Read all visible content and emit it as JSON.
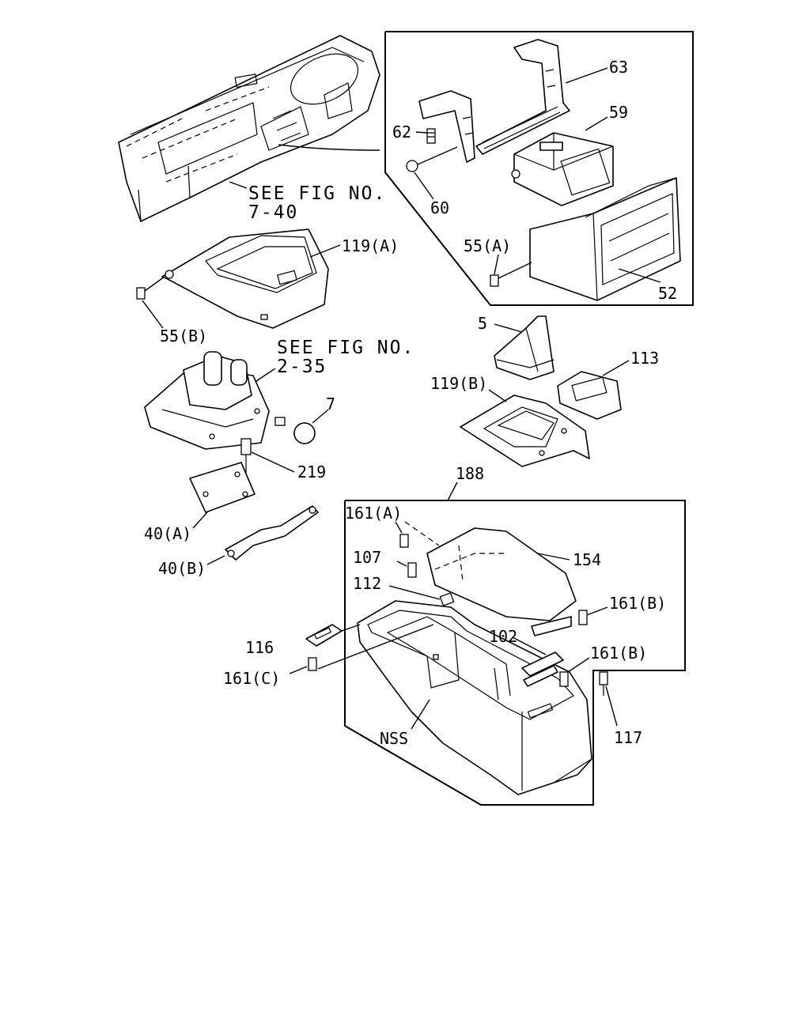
{
  "callouts": {
    "p63": "63",
    "p59": "59",
    "p62": "62",
    "p60": "60",
    "p55a": "55(A)",
    "p52": "52",
    "p119a": "119(A)",
    "p55b": "55(B)",
    "p5": "5",
    "p113": "113",
    "p119b": "119(B)",
    "p7": "7",
    "p219": "219",
    "p188": "188",
    "p40a": "40(A)",
    "p40b": "40(B)",
    "p161a": "161(A)",
    "p107": "107",
    "p154": "154",
    "p112": "112",
    "p161b_1": "161(B)",
    "p102": "102",
    "p161b_2": "161(B)",
    "p116": "116",
    "p161c": "161(C)",
    "p117": "117",
    "nss": "NSS"
  },
  "references": {
    "fig740_line1": "SEE FIG NO.",
    "fig740_line2": "7-40",
    "fig235_line1": "SEE FIG NO.",
    "fig235_line2": "2-35"
  }
}
